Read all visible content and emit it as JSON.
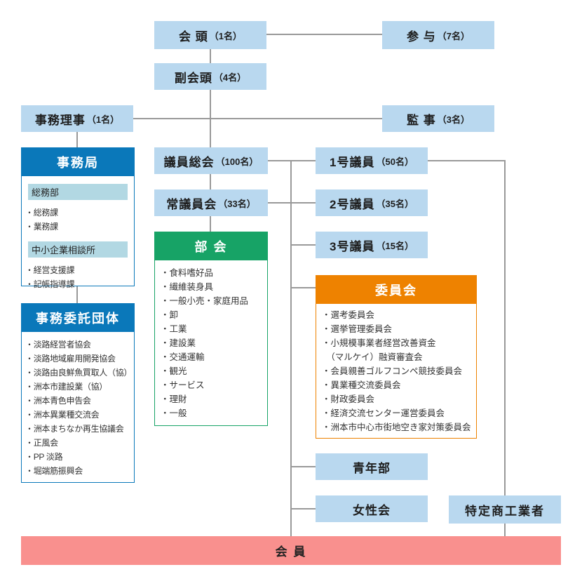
{
  "nodes": {
    "kaicho": {
      "label": "会 頭",
      "count": "（1名）"
    },
    "sanyo": {
      "label": "参 与",
      "count": "（7名）"
    },
    "fukukaicho": {
      "label": "副会頭",
      "count": "（4名）"
    },
    "jimuriji": {
      "label": "事務理事",
      "count": "（1名）"
    },
    "kanji": {
      "label": "監 事",
      "count": "（3名）"
    },
    "giin_sokai": {
      "label": "議員総会",
      "count": "（100名）"
    },
    "jogiinkai": {
      "label": "常議員会",
      "count": "（33名）"
    },
    "ichigo_giin": {
      "label": "1号議員",
      "count": "（50名）"
    },
    "nigo_giin": {
      "label": "2号議員",
      "count": "（35名）"
    },
    "sango_giin": {
      "label": "3号議員",
      "count": "（15名）"
    },
    "seinenbu": {
      "label": "青年部"
    },
    "joseikai": {
      "label": "女性会"
    },
    "tokutei_shokogyosha": {
      "label": "特定商工業者"
    },
    "kaiin": {
      "label": "会 員"
    }
  },
  "panels": {
    "jimukyoku": {
      "title": "事務局",
      "sections": [
        {
          "header": "総務部",
          "items": [
            "・総務課",
            "・業務課"
          ]
        },
        {
          "header": "中小企業相談所",
          "items": [
            "・経営支援課",
            "・記帳指導課"
          ]
        }
      ]
    },
    "jimu_itaku_dantai": {
      "title": "事務委託団体",
      "items": [
        "・淡路経営者協会",
        "・淡路地域雇用開発協会",
        "・淡路由良鮮魚買取人（協）",
        "・洲本市建設業（協）",
        "・洲本青色申告会",
        "・洲本異業種交流会",
        "・洲本まちなか再生協議会",
        "・正風会",
        "・PP 淡路",
        "・堀端筋振興会"
      ]
    },
    "bukai": {
      "title": "部 会",
      "items": [
        "・食料嗜好品",
        "・繊維装身具",
        "・一般小売・家庭用品",
        "・卸",
        "・工業",
        "・建設業",
        "・交通運輸",
        "・観光",
        "・サービス",
        "・理財",
        "・一般"
      ]
    },
    "iinkai": {
      "title": "委員会",
      "items": [
        "・選考委員会",
        "・選挙管理委員会",
        "・小規模事業者経営改善資金",
        "　（マルケイ）融資審査会",
        "・会員親善ゴルフコンペ競技委員会",
        "・異業種交流委員会",
        "・財政委員会",
        "・経済交流センター運営委員会",
        "・洲本市中心市街地空き家対策委員会"
      ]
    }
  },
  "colors": {
    "light_blue": "#b9d8ef",
    "dark_blue": "#0a78ba",
    "green": "#17a366",
    "orange": "#ee8200",
    "pink": "#f9908e",
    "subheader_blue": "#b2d8e3",
    "line_gray": "#999999"
  }
}
